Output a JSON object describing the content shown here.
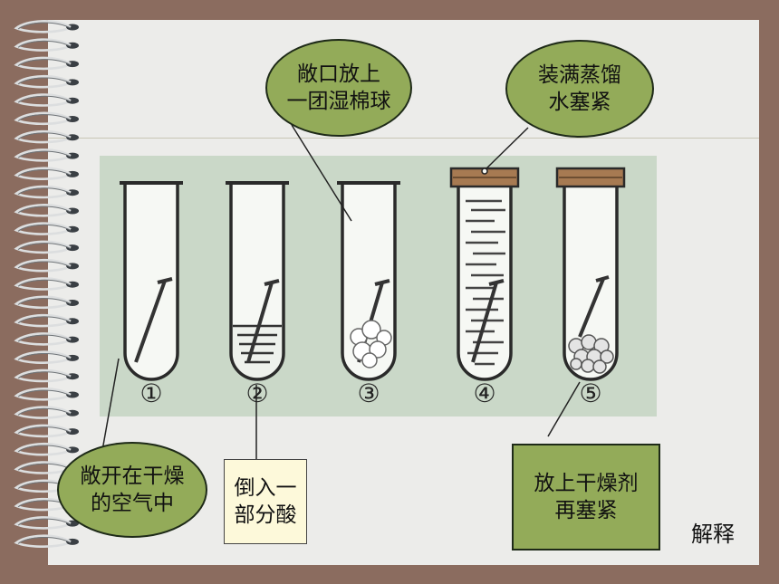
{
  "callouts": {
    "open_dry": "敞开在干燥\n的空气中",
    "acid": "倒入一\n部分酸",
    "cotton": "敞口放上\n一团湿棉球",
    "water": "装满蒸馏\n水塞紧",
    "desiccant": "放上干燥剂\n再塞紧"
  },
  "tube_labels": [
    "①",
    "②",
    "③",
    "④",
    "⑤"
  ],
  "explain_label": "解释",
  "colors": {
    "background": "#8b6c5f",
    "page": "#ececea",
    "bubble_fill": "#93ab59",
    "acid_box_fill": "#fdf9da",
    "photo": "#cad8c8",
    "cork": "#a77a52"
  }
}
